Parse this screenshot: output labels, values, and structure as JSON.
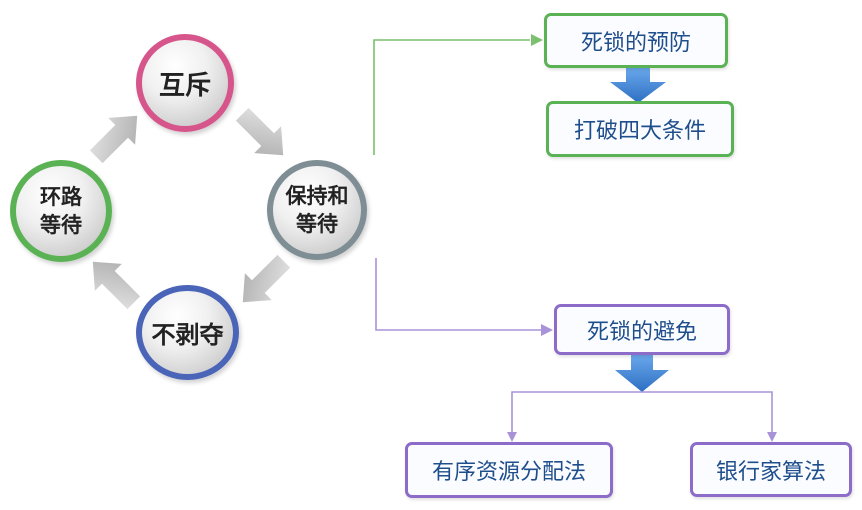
{
  "cycle": {
    "mutual_exclusion": "互斥",
    "hold_and_wait": [
      "保持和",
      "等待"
    ],
    "no_preemption": "不剥夺",
    "circular_wait": [
      "环路",
      "等待"
    ]
  },
  "prevention": {
    "title": "死锁的预防",
    "method": "打破四大条件"
  },
  "avoidance": {
    "title": "死锁的避免",
    "methods": [
      "有序资源分配法",
      "银行家算法"
    ]
  },
  "colors": {
    "mutex_ring": "#d6558b",
    "hold_ring": "#7e8e94",
    "no_preempt_ring": "#4a64b8",
    "wait_ring": "#5bb254",
    "prevention_border": "#5bb254",
    "avoidance_border": "#8c6cc8",
    "down_arrow": "#3a7fd0",
    "box_text": "#1f4e8c"
  }
}
